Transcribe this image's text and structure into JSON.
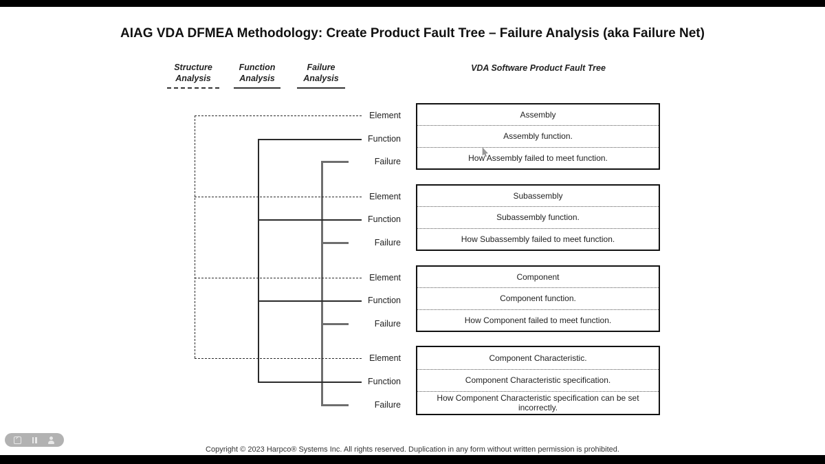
{
  "title": "AIAG VDA DFMEA Methodology: Create Product Fault Tree – Failure Analysis (aka Failure Net)",
  "legend": [
    {
      "line1": "Structure",
      "line2": "Analysis"
    },
    {
      "line1": "Function",
      "line2": "Analysis"
    },
    {
      "line1": "Failure",
      "line2": "Analysis"
    }
  ],
  "tree_title": "VDA Software Product Fault Tree",
  "row_labels": {
    "element": "Element",
    "function": "Function",
    "failure": "Failure"
  },
  "groups": [
    {
      "element": "Assembly",
      "function": "Assembly function.",
      "failure": "How Assembly failed to meet function."
    },
    {
      "element": "Subassembly",
      "function": "Subassembly function.",
      "failure": "How Subassembly failed to meet function."
    },
    {
      "element": "Component",
      "function": "Component function.",
      "failure": "How Component failed to meet function."
    },
    {
      "element": "Component Characteristic.",
      "function": "Component Characteristic specification.",
      "failure": "How Component Characteristic specification can be set incorrectly."
    }
  ],
  "footer": "Copyright © 2023 Harpco® Systems Inc.  All rights reserved. Duplication in any form without written permission is prohibited.",
  "player": {
    "icons": [
      "edit-icon",
      "pause-icon",
      "user-icon"
    ]
  },
  "colors": {
    "connector_gray": "#6e6e6e",
    "line_black": "#2a2a2a"
  }
}
